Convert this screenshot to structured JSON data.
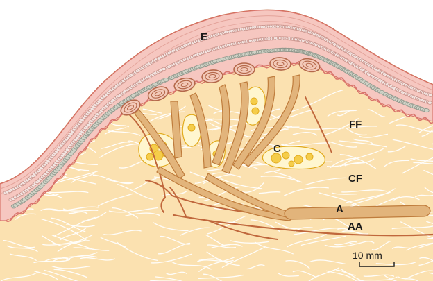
{
  "labels": {
    "epidermis": "E",
    "fine_fibers": "FF",
    "cells": "C",
    "coarse_fibers": "CF",
    "axon": "A",
    "axon_adjacent": "AA"
  },
  "scale_bar": {
    "text": "10 mm"
  },
  "colors": {
    "dermis": "#fbe1b0",
    "epidermis": "#f6c7c0",
    "epidermis_edge": "#d9746b",
    "nucleus_fill": "#dcdcd2",
    "nucleus_stroke": "#8e958a",
    "nerve_fill": "#e2b47b",
    "nerve_stroke": "#bf7c3c",
    "fiber": "#ffffff",
    "fat_cell": "#f5cd4a",
    "fat_stroke": "#e1ab1d",
    "outline": "#c0673c"
  }
}
